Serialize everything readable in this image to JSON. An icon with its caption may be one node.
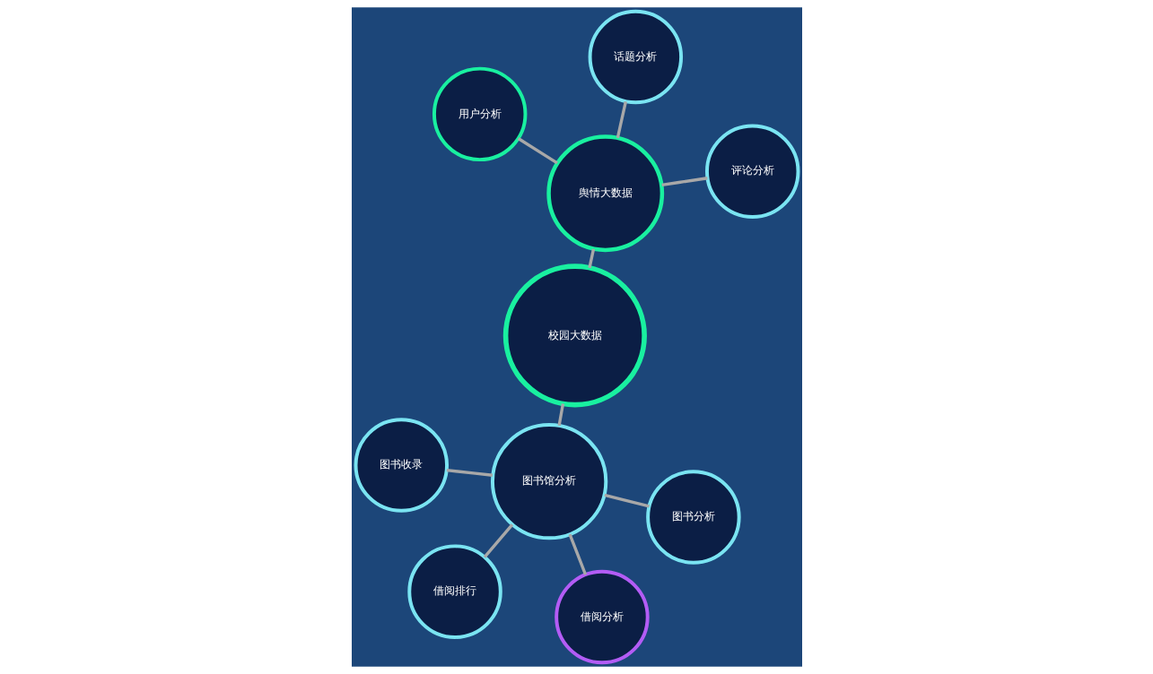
{
  "diagram": {
    "nodes": [
      {
        "text": [
          "校园大数据"
        ]
      },
      {
        "text": [
          "舆情大数据"
        ]
      },
      {
        "text": [
          "评论分析"
        ]
      },
      {
        "text": [
          "用户分析"
        ]
      },
      {
        "text": [
          "话题分析"
        ]
      },
      {
        "text": [
          "图书馆分析"
        ]
      },
      {
        "text": [
          "图书收录"
        ]
      },
      {
        "text": [
          "图书分析"
        ]
      },
      {
        "text": [
          "借阅排行"
        ]
      },
      {
        "text": [
          "借阅分析"
        ]
      }
    ],
    "edges": [
      {
        "from": 0,
        "to": 1,
        "arrow": "none"
      },
      {
        "from": 1,
        "to": 2,
        "arrow": "none"
      },
      {
        "from": 1,
        "to": 3,
        "arrow": "none"
      },
      {
        "from": 1,
        "to": 4,
        "arrow": "none"
      },
      {
        "from": 0,
        "to": 5,
        "arrow": "none"
      },
      {
        "from": 5,
        "to": 6,
        "arrow": "none"
      },
      {
        "from": 5,
        "to": 7,
        "arrow": "none"
      },
      {
        "from": 5,
        "to": 8,
        "arrow": "none"
      },
      {
        "from": 5,
        "to": 9,
        "arrow": "none"
      }
    ]
  }
}
